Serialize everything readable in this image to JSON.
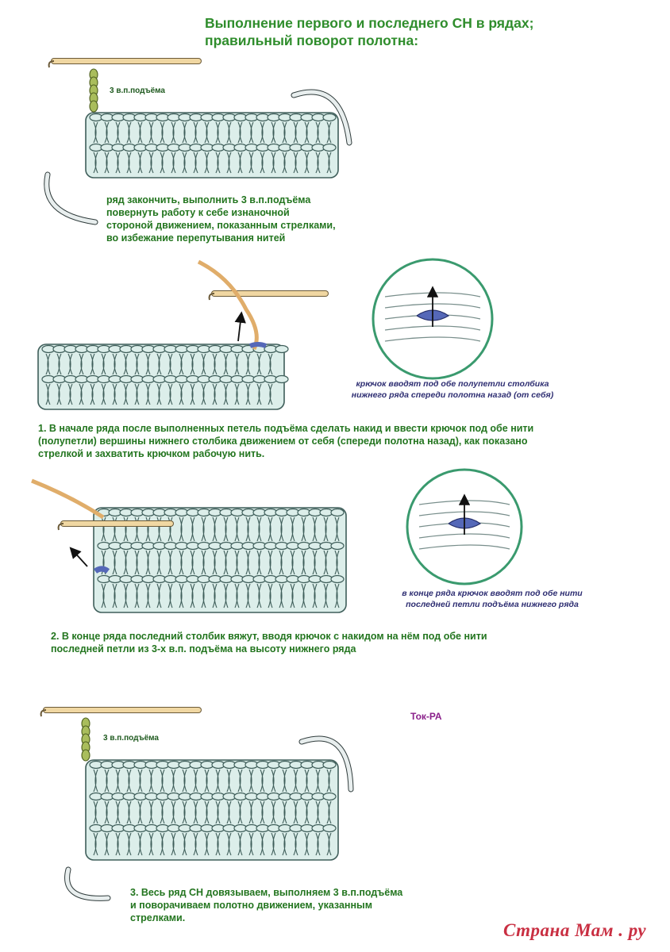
{
  "title": {
    "line1": "Выполнение первого и последнего СН в рядах;",
    "line2": "правильный поворот полотна:"
  },
  "section1": {
    "label": "3 в.п.подъёма",
    "text": [
      "ряд закончить, выполнить 3 в.п.подъёма",
      "повернуть работу к себе изнаночной",
      "стороной движением, показанным стрелками,",
      "во избежание перепутывания нитей"
    ]
  },
  "section2": {
    "caption": [
      "крючок вводят под обе полупетли столбика",
      "нижнего ряда спереди полотна назад (от себя)"
    ],
    "text": [
      "1. В начале ряда после выполненных петель подъёма сделать накид и ввести крючок под обе нити",
      "(полупетли)  вершины нижнего столбика движением от себя (спереди полотна назад), как показано",
      "стрелкой  и захватить крючком рабочую нить."
    ]
  },
  "section3": {
    "caption": [
      "в конце ряда крючок вводят под обе нити",
      "последней петли подъёма  нижнего ряда"
    ],
    "text": [
      "2.  В конце ряда последний столбик вяжут, вводя крючок с накидом  на нём  под обе нити",
      "последней петли из 3-х в.п. подъёма на высоту нижнего  ряда"
    ]
  },
  "section4": {
    "label": "3 в.п.подъёма",
    "author": "Ток-РА",
    "text": [
      "3. Весь ряд СН довязываем, выполняем 3 в.п.подъёма",
      "и поворачиваем полотно движением, указанным",
      "стрелками."
    ]
  },
  "watermark": "Страна Мам . ру",
  "colors": {
    "yarn_fill": "#dceeea",
    "yarn_stroke": "#3f5e5a",
    "chain": "#a9bd5c",
    "hook": "#f0d7a2",
    "hook_orange": "#e0ad6a",
    "blue_loop": "#5568b8",
    "circle": "#3a9a6e",
    "arrow": "#e8eeee"
  }
}
